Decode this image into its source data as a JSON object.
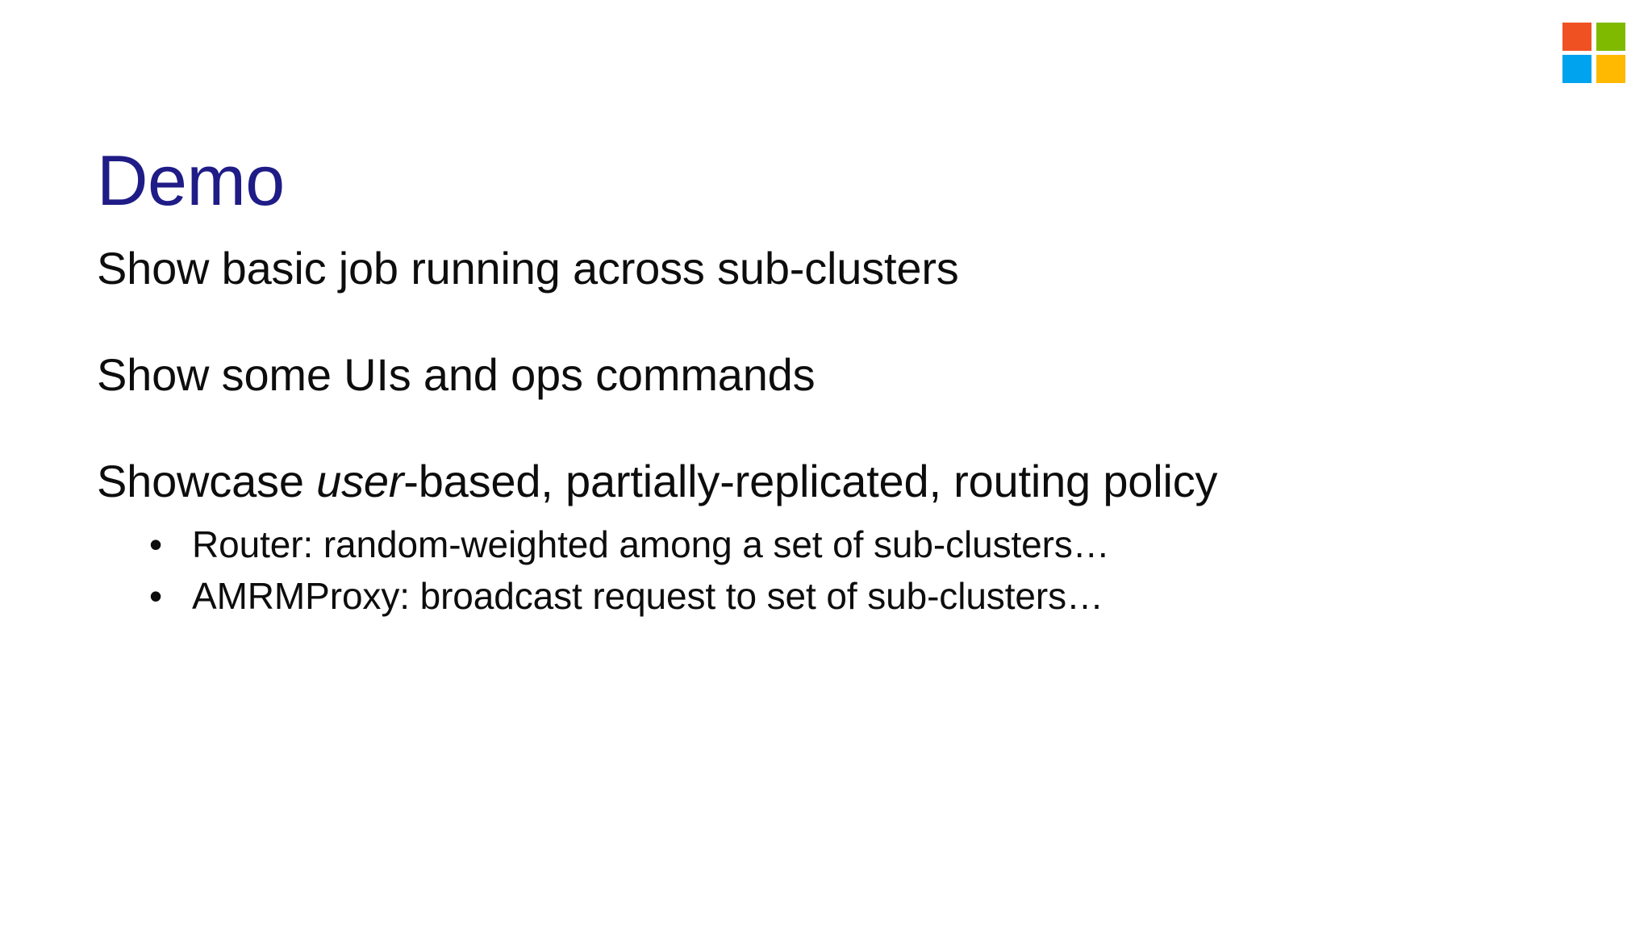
{
  "slide": {
    "title": "Demo",
    "title_color": "#1F1C87",
    "background_color": "#FFFFFF",
    "body_text_color": "#0D0D0D",
    "lines": [
      {
        "text": "Show basic job running across sub-clusters"
      },
      {
        "text": "Show some UIs and ops commands"
      }
    ],
    "third_line": {
      "prefix": "Showcase ",
      "emphasis": "user",
      "suffix": "-based, partially-replicated, routing policy"
    },
    "bullets": [
      {
        "marker": "•",
        "text": "Router: random-weighted among a set of sub-clusters…"
      },
      {
        "marker": "•",
        "text": "AMRMProxy: broadcast request to set of sub-clusters…"
      }
    ]
  },
  "logo": {
    "name": "microsoft-logo",
    "squares": [
      {
        "name": "red-square",
        "color": "#F05123"
      },
      {
        "name": "green-square",
        "color": "#7FBA00"
      },
      {
        "name": "blue-square",
        "color": "#00A3EE"
      },
      {
        "name": "yellow-square",
        "color": "#FFB900"
      }
    ]
  }
}
